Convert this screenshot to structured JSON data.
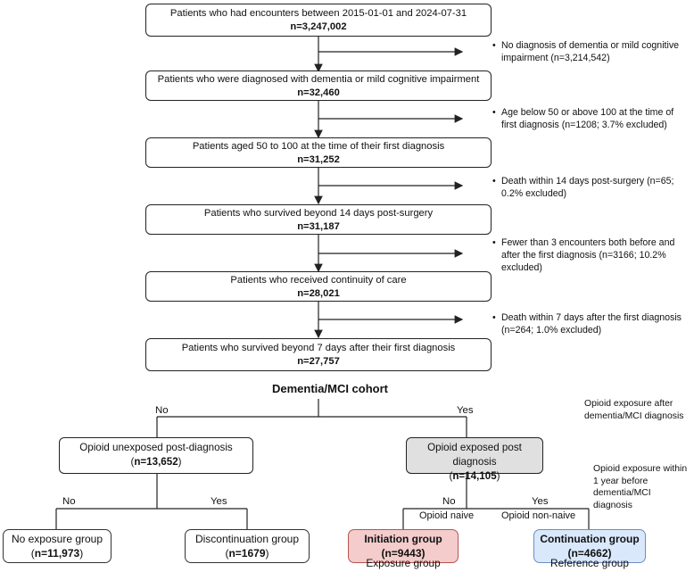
{
  "flow": [
    {
      "text": "Patients who had encounters between 2015-01-01 and 2024-07-31",
      "n": "n=3,247,002"
    },
    {
      "text": "Patients who were diagnosed with dementia or mild cognitive impairment",
      "n": "n=32,460"
    },
    {
      "text": "Patients aged 50 to 100 at the time of their first diagnosis",
      "n": "n=31,252"
    },
    {
      "text": "Patients who survived beyond 14 days post-surgery",
      "n": "n=31,187"
    },
    {
      "text": "Patients who received continuity of care",
      "n": "n=28,021"
    },
    {
      "text": "Patients who survived beyond 7 days after their first diagnosis",
      "n": "n=27,757"
    }
  ],
  "exclusions": [
    "No diagnosis of dementia or mild cognitive impairment (n=3,214,542)",
    "Age below 50 or above 100 at the time of first diagnosis (n=1208; 3.7% excluded)",
    "Death within 14 days post-surgery (n=65; 0.2% excluded)",
    "Fewer than 3 encounters both before and after the first diagnosis (n=3166; 10.2% excluded)",
    "Death within 7 days after the first diagnosis (n=264; 1.0% excluded)"
  ],
  "cohort_label": "Dementia/MCI cohort",
  "branch1": {
    "no": "No",
    "yes": "Yes",
    "note": "Opioid exposure after dementia/MCI diagnosis"
  },
  "unexposed": {
    "text": "Opioid unexposed post-diagnosis",
    "n_open": "(",
    "n": "n=13,652",
    "n_close": ")"
  },
  "exposed": {
    "text": "Opioid exposed post diagnosis",
    "n_open": "(",
    "n": "n=14,105",
    "n_close": ")"
  },
  "branch2": {
    "no": "No",
    "yes": "Yes",
    "no_right": "No",
    "yes_right": "Yes",
    "naive": "Opioid naive",
    "non_naive": "Opioid non-naive",
    "note": "Opioid exposure within 1 year before dementia/MCI diagnosis"
  },
  "groups": [
    {
      "title": "No exposure group",
      "n": "n=11,973",
      "fill": "#ffffff",
      "bold": false
    },
    {
      "title": "Discontinuation group",
      "n": "n=1679",
      "fill": "#ffffff",
      "bold": false
    },
    {
      "title": "Initiation group",
      "n": "n=9443",
      "fill": "#f4cccc",
      "bold": true
    },
    {
      "title": "Continuation group",
      "n": "n=4662",
      "fill": "#dae8fc",
      "bold": true
    }
  ],
  "group_labels": {
    "exposure": "Exposure group",
    "reference": "Reference group"
  },
  "colors": {
    "exposed_fill": "#e0e0e0",
    "initiation_border": "#b85450",
    "continuation_border": "#6c8ebf"
  }
}
